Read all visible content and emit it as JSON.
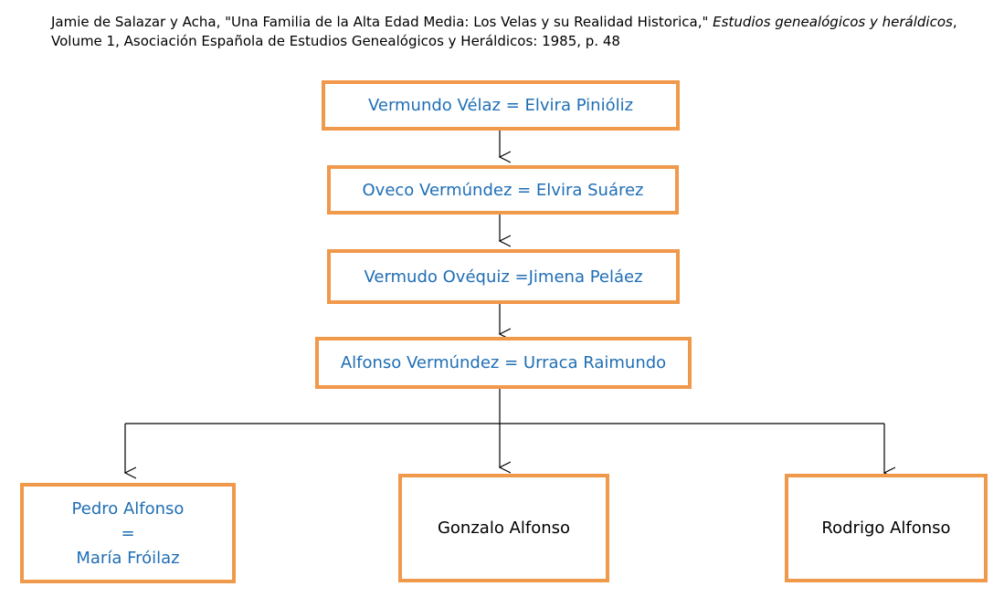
{
  "citation": {
    "part1": "Jamie de Salazar y Acha, \"Una Familia de la Alta Edad Media: Los Velas y su Realidad Historica,\" ",
    "journal": "Estudios genealógicos y heráldicos",
    "part2": ", Volume 1, Asociación Española de Estudios Genealógicos y Heráldicos: 1985, p. 48"
  },
  "colors": {
    "box_border": "#f0994b",
    "link_text": "#1f6eb5",
    "plain_text": "#000000",
    "connector": "#000000"
  },
  "nodes": {
    "gen1": "Vermundo Vélaz = Elvira Pinióliz",
    "gen2": "Oveco Vermúndez = Elvira Suárez",
    "gen3": "Vermudo Ovéquiz =Jimena Peláez",
    "gen4": "Alfonso Vermúndez = Urraca Raimundo",
    "child1": {
      "line1": "Pedro Alfonso",
      "line2": "=",
      "line3": "María Fróilaz"
    },
    "child2": "Gonzalo Alfonso",
    "child3": "Rodrigo Alfonso"
  }
}
